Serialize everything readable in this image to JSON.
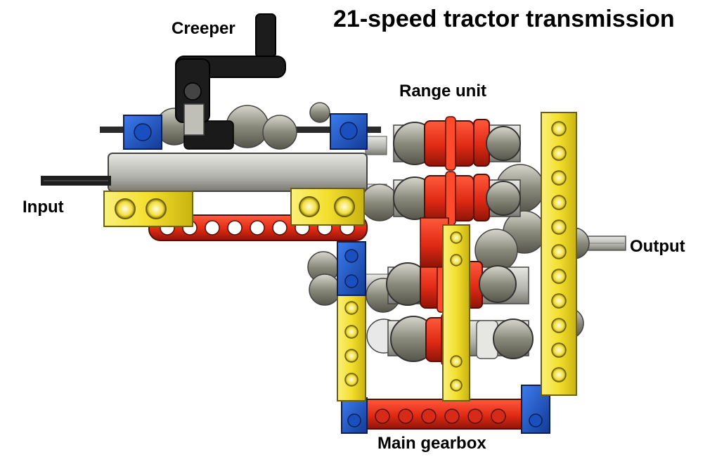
{
  "title": "21-speed tractor transmission",
  "labels": {
    "creeper": "Creeper",
    "range_unit": "Range unit",
    "input": "Input",
    "output": "Output",
    "main_gearbox": "Main gearbox"
  },
  "colors": {
    "yellow_beam": "#f5e43c",
    "blue_connector": "#1d55c9",
    "red_beam": "#e8321c",
    "red_gear": "#e02a14",
    "grey_part": "#b8b8b2",
    "dark_gear": "#6b6b5e",
    "black_part": "#111111"
  }
}
